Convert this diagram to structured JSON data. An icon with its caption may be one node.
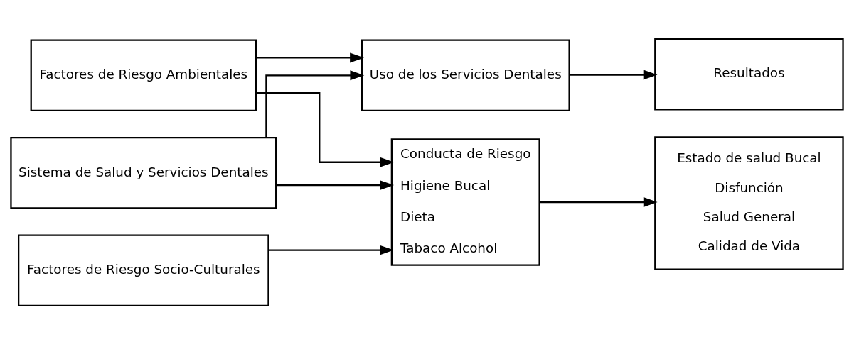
{
  "diagram": {
    "nodes": [
      {
        "text": [
          "Sistema de Salud y Servicios Dentales"
        ]
      },
      {
        "text": [
          "Factores de Riesgo Socio-Culturales"
        ]
      },
      {
        "text": [
          "Factores de Riesgo Ambientales"
        ]
      },
      {
        "text": [
          "Uso de los Servicios Dentales"
        ]
      },
      {
        "text": [
          "Conducta de Riesgo",
          "Higiene Bucal",
          "Dieta",
          "Tabaco Alcohol"
        ]
      },
      {
        "text": [
          "Resultados"
        ]
      },
      {
        "text": [
          "Estado de salud Bucal",
          "Disfunción",
          "Salud General",
          "Calidad de Vida"
        ]
      }
    ],
    "edges": [
      {
        "from": 0,
        "to": 3,
        "arrow": "to"
      },
      {
        "from": 0,
        "to": 4,
        "arrow": "to"
      },
      {
        "from": 2,
        "to": 3,
        "arrow": "to"
      },
      {
        "from": 2,
        "to": 4,
        "arrow": "to"
      },
      {
        "from": 1,
        "to": 4,
        "arrow": "to"
      },
      {
        "from": 3,
        "to": 5,
        "arrow": "to"
      },
      {
        "from": 4,
        "to": 6,
        "arrow": "to"
      }
    ]
  }
}
